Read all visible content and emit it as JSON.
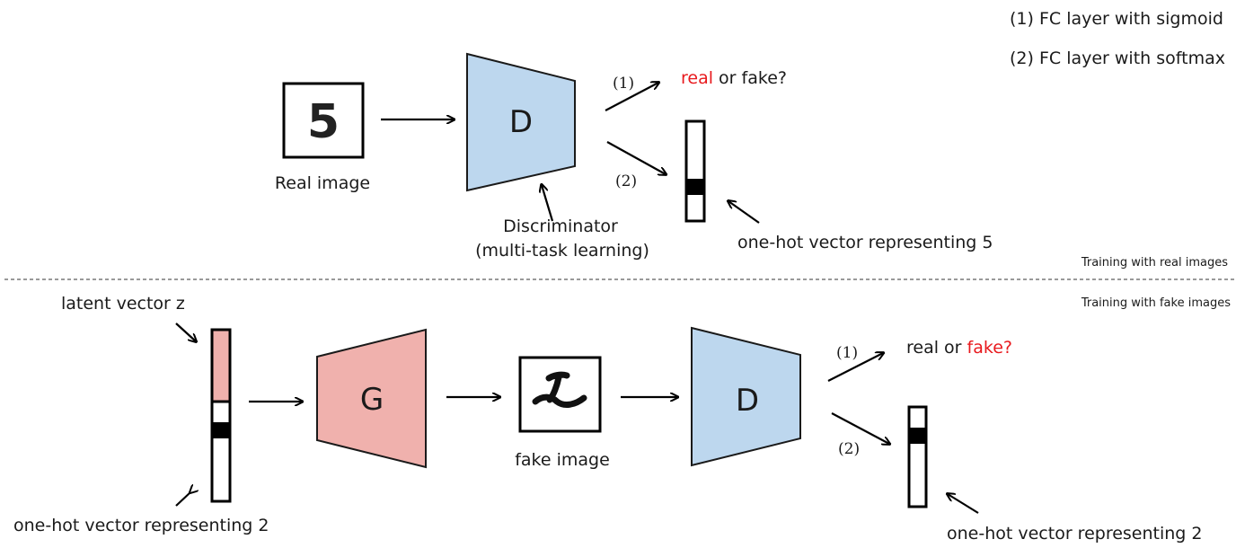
{
  "legend": {
    "item1": "(1) FC layer with sigmoid",
    "item2": "(2) FC layer with softmax"
  },
  "top": {
    "input_digit": "5",
    "input_label": "Real image",
    "disc_letter": "D",
    "disc_label_line1": "Discriminator",
    "disc_label_line2": "(multi-task learning)",
    "out1_num": "(1)",
    "out2_num": "(2)",
    "out1_word_a": "real",
    "out1_word_mid": " or ",
    "out1_word_b": "fake?",
    "onehot_label": "one-hot vector representing 5",
    "section_label": "Training with real images"
  },
  "bottom": {
    "section_label": "Training with fake images",
    "latent_label": "latent vector z",
    "onehot_in_label": "one-hot vector representing 2",
    "gen_letter": "G",
    "fake_label": "fake image",
    "disc_letter": "D",
    "out1_num": "(1)",
    "out2_num": "(2)",
    "out1_word_a": "real",
    "out1_word_mid": " or ",
    "out1_word_b": "fake?",
    "onehot_out_label": "one-hot vector representing 2"
  },
  "colors": {
    "discriminator_fill": "#bdd7ee",
    "generator_fill": "#f0b1ad",
    "highlight_text": "#e8191d"
  }
}
